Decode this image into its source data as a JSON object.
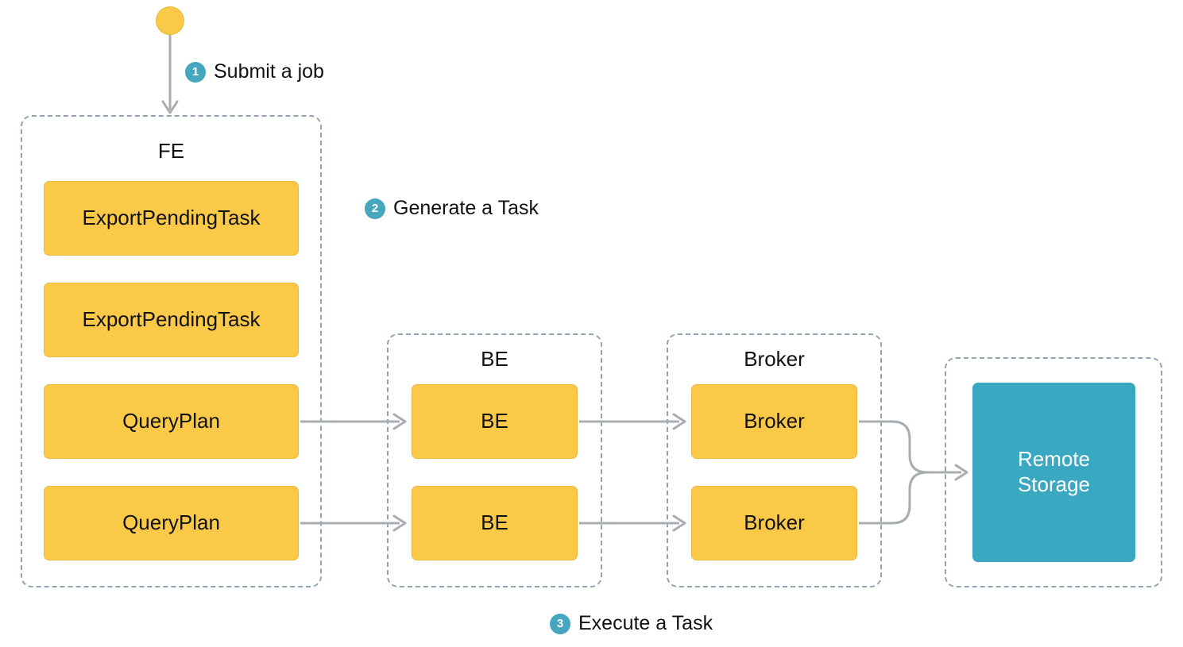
{
  "diagram": {
    "title_colors": {
      "node_yellow": "#f9c947",
      "node_teal": "#3ba8c2",
      "badge_teal": "#45a6bd",
      "dashed_border": "#93a3b5",
      "wire_gray": "#a8adb2"
    },
    "start_node": {
      "name": "job-origin-dot"
    },
    "steps": [
      {
        "number": "1",
        "label": "Submit a job"
      },
      {
        "number": "2",
        "label": "Generate a Task"
      },
      {
        "number": "3",
        "label": "Execute a Task"
      }
    ],
    "groups": [
      {
        "id": "fe",
        "title": "FE",
        "nodes": [
          {
            "label": "ExportPendingTask",
            "style": "yellow"
          },
          {
            "label": "ExportPendingTask",
            "style": "yellow"
          },
          {
            "label": "QueryPlan",
            "style": "yellow"
          },
          {
            "label": "QueryPlan",
            "style": "yellow"
          }
        ]
      },
      {
        "id": "be",
        "title": "BE",
        "nodes": [
          {
            "label": "BE",
            "style": "yellow"
          },
          {
            "label": "BE",
            "style": "yellow"
          }
        ]
      },
      {
        "id": "broker",
        "title": "Broker",
        "nodes": [
          {
            "label": "Broker",
            "style": "yellow"
          },
          {
            "label": "Broker",
            "style": "yellow"
          }
        ]
      },
      {
        "id": "storage",
        "title": "",
        "nodes": [
          {
            "label": "Remote Storage",
            "style": "teal"
          }
        ]
      }
    ]
  }
}
